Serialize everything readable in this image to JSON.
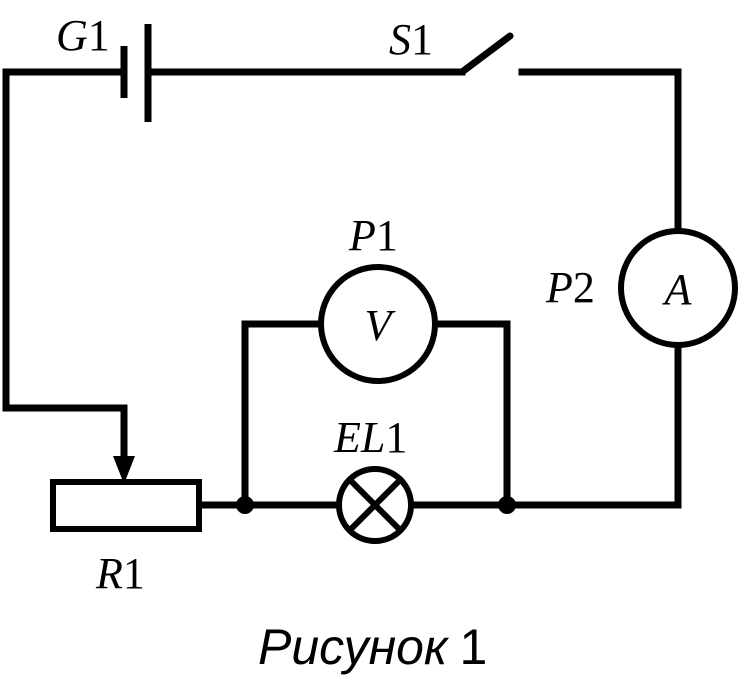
{
  "labels": {
    "battery": {
      "letter": "G",
      "num": "1"
    },
    "switch": {
      "letter": "S",
      "num": "1"
    },
    "voltmeter": {
      "letter": "P",
      "num": "1"
    },
    "ammeter": {
      "letter": "P",
      "num": "2"
    },
    "lamp": {
      "letter": "EL",
      "num": "1"
    },
    "rheostat": {
      "letter": "R",
      "num": "1"
    }
  },
  "meters": {
    "voltmeter_symbol": "V",
    "ammeter_symbol": "A"
  },
  "caption": {
    "word": "Рисунок",
    "num": "1"
  }
}
